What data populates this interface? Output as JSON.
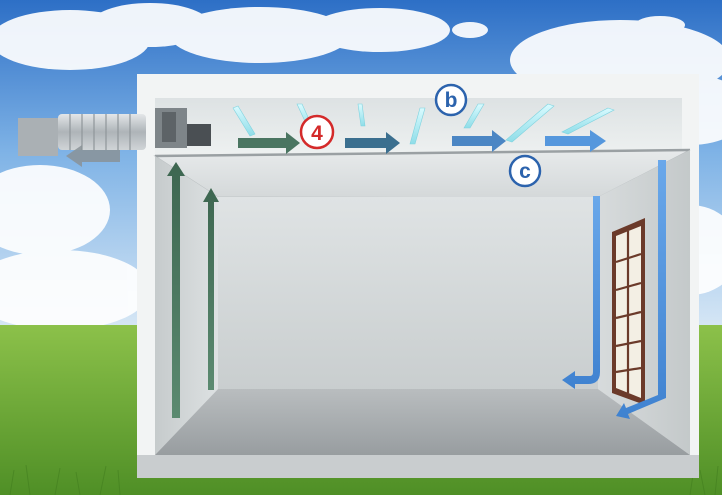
{
  "callouts": {
    "four": {
      "label": "4",
      "color": "#d42a2a"
    },
    "b": {
      "label": "b",
      "color": "#2c63ad"
    },
    "c": {
      "label": "c",
      "color": "#2c63ad"
    }
  },
  "colors": {
    "sky_top": "#2f72c9",
    "sky_bottom": "#d8eaf8",
    "grass": "#6fae3a",
    "floor": "#a6abae",
    "duct": "#c7ccd0",
    "exhaust_arrow": "#3d6650",
    "supply_arrow": "#4d8fd6",
    "light_strip": "#a8e8ee"
  },
  "icons": {
    "duct": "ventilation-duct-icon",
    "fan": "fan-unit-icon",
    "door": "glass-door-icon"
  }
}
